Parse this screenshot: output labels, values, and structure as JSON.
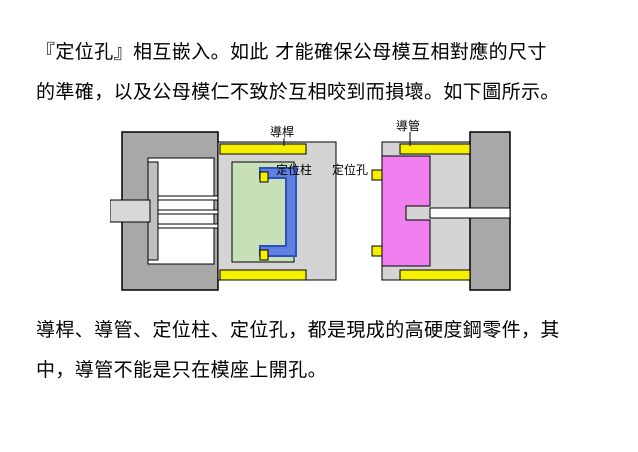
{
  "paragraph1": {
    "line1": "『定位孔』相互嵌入。如此 才能確保公母模互相對應的尺寸",
    "line2": "的準確，以及公母模仁不致於互相咬到而損壞。如下圖所示。"
  },
  "diagram": {
    "labels": {
      "guide_pin": "導桿",
      "guide_bushing": "導管",
      "locating_pin": "定位柱",
      "locating_hole": "定位孔"
    },
    "colors": {
      "guide_parts": "#f5f000",
      "core_insert": "#c8e0b8",
      "cavity_insert": "#f080f0",
      "mold_plate": "#d4d4d4",
      "clamp_plate": "#a8a8a8",
      "ejector_plate": "#c0c0c0",
      "locating_outline": "#3050c0"
    }
  },
  "paragraph2": {
    "line1": "導桿、導管、定位柱、定位孔，都是現成的高硬度鋼零件，其",
    "line2": "中，導管不能是只在模座上開孔。"
  }
}
